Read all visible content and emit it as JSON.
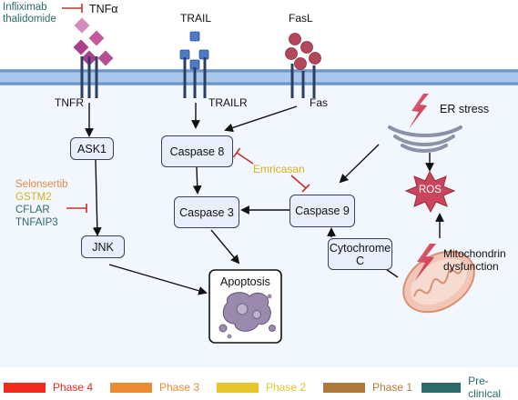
{
  "ligands": {
    "tnfa": "TNFα",
    "trail": "TRAIL",
    "fasl": "FasL"
  },
  "receptors": {
    "tnfr": "TNFR",
    "trailr": "TRAILR",
    "fas": "Fas"
  },
  "nodes": {
    "ask1": "ASK1",
    "jnk": "JNK",
    "caspase8": "Caspase 8",
    "caspase3": "Caspase 3",
    "caspase9": "Caspase 9",
    "cytochrome_c": "Cytochrome C",
    "apoptosis": "Apoptosis",
    "ros": "ROS",
    "er_stress": "ER stress",
    "mito_dysfunction": "Mitochondrin dysfunction"
  },
  "drugs": {
    "infliximab": "Infliximab",
    "thalidomide": "thalidomide",
    "selonsertib": "Selonsertib",
    "gstm2": "GSTM2",
    "cflar": "CFLAR",
    "tnfaip3": "TNFAIP3",
    "emricasan": "Emricasan"
  },
  "legend": [
    {
      "label": "Phase 4",
      "color": "#ee2a1c"
    },
    {
      "label": "Phase 3",
      "color": "#ec8a35"
    },
    {
      "label": "Phase 2",
      "color": "#e5c42c"
    },
    {
      "label": "Phase 1",
      "color": "#ad7a3c"
    },
    {
      "label": "Pre-clinical",
      "color": "#2d6a6a"
    }
  ],
  "colors": {
    "drug_phase4": "#c8302a",
    "drug_phase3": "#e08c43",
    "drug_phase2": "#d4b41c",
    "drug_preclinical": "#2d6a6a",
    "membrane": "#8fb5df",
    "tnf_ligand": "#c35aa0",
    "trail_ligand": "#4d79c7",
    "fasl_ligand": "#b3485c",
    "receptor": "#2b3f62",
    "node_fill": "#e9eefb"
  },
  "icons": [
    "er-stress-bolt-icon",
    "endoplasmic-reticulum-icon",
    "ros-burst-icon",
    "mitochondrion-icon",
    "apoptotic-cell-icon"
  ]
}
